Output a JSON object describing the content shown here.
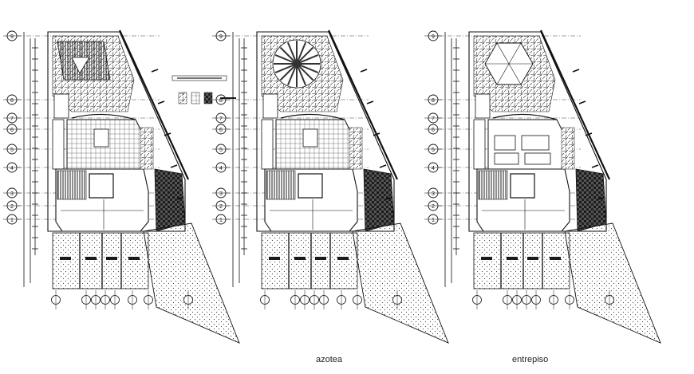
{
  "drawing": {
    "colors": {
      "line": "#111111",
      "hatch": "#333333",
      "paper": "#ffffff",
      "dark_fill": "#1a1a1a",
      "mid_fill": "#777777",
      "light_fill": "#bbbbbb"
    },
    "plans": [
      {
        "id": "ground",
        "label": ""
      },
      {
        "id": "roof",
        "label": "azotea"
      },
      {
        "id": "mezzanine",
        "label": "entrepiso"
      }
    ],
    "grid_bubbles": [
      "9",
      "8",
      "7",
      "6",
      "5",
      "4",
      "3",
      "2",
      "1"
    ]
  }
}
